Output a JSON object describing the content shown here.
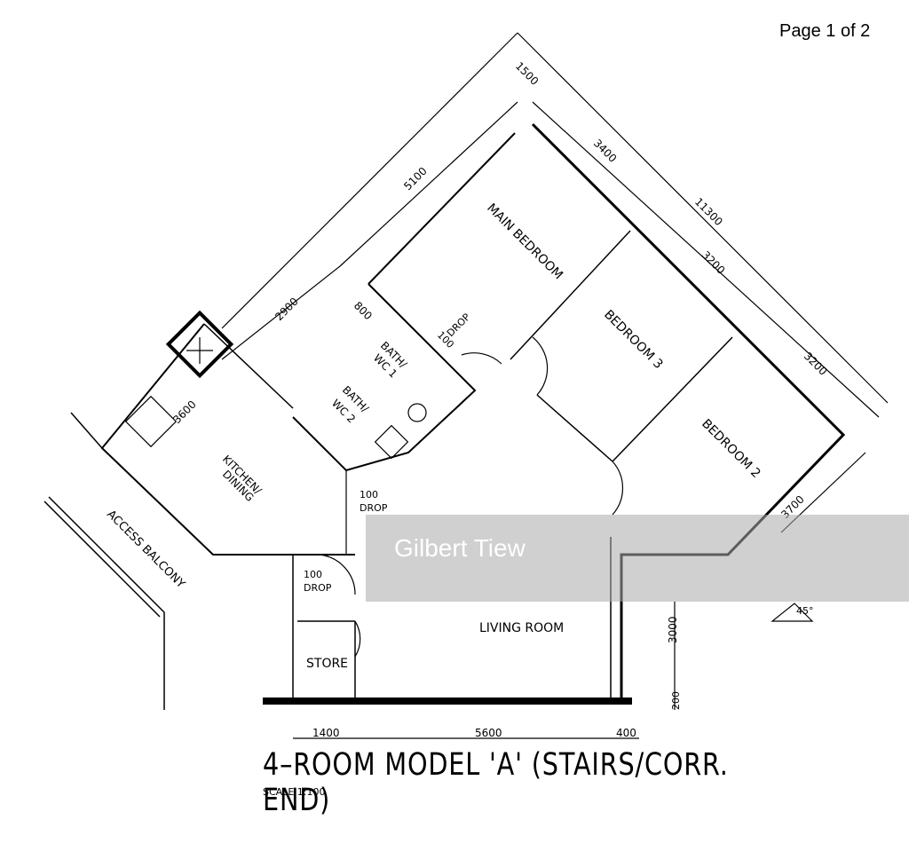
{
  "page": {
    "indicator": "Page 1 of 2"
  },
  "rooms": {
    "main_bedroom": "MAIN BEDROOM",
    "bedroom_3": "BEDROOM 3",
    "bedroom_2": "BEDROOM 2",
    "bath_wc_1_line1": "BATH/",
    "bath_wc_1_line2": "WC 1",
    "bath_wc_2_line1": "BATH/",
    "bath_wc_2_line2": "WC 2",
    "kitchen_line1": "KITCHEN/",
    "kitchen_line2": "DINING",
    "access_balcony": "ACCESS BALCONY",
    "living_room": "LIVING ROOM",
    "store": "STORE"
  },
  "dimensions": {
    "d1500": "1500",
    "d5100": "5100",
    "d3400": "3400",
    "d11300": "11300",
    "d3200a": "3200",
    "d3200b": "3200",
    "d2900": "2900",
    "d800": "800",
    "d3600": "3600",
    "d3700": "3700",
    "d3000": "3000",
    "d200": "200",
    "d1400": "1400",
    "d5600": "5600",
    "d400": "400"
  },
  "notes": {
    "drop1_a": "100",
    "drop1_b": "DROP",
    "drop2_a": "100",
    "drop2_b": "DROP",
    "drop3_a": "100",
    "drop3_b": "DROP",
    "angle": "45°"
  },
  "title": "4–ROOM MODEL 'A' (STAIRS/CORR. END)",
  "scale": "SCALE 1:100",
  "watermark": "Gilbert Tiew"
}
